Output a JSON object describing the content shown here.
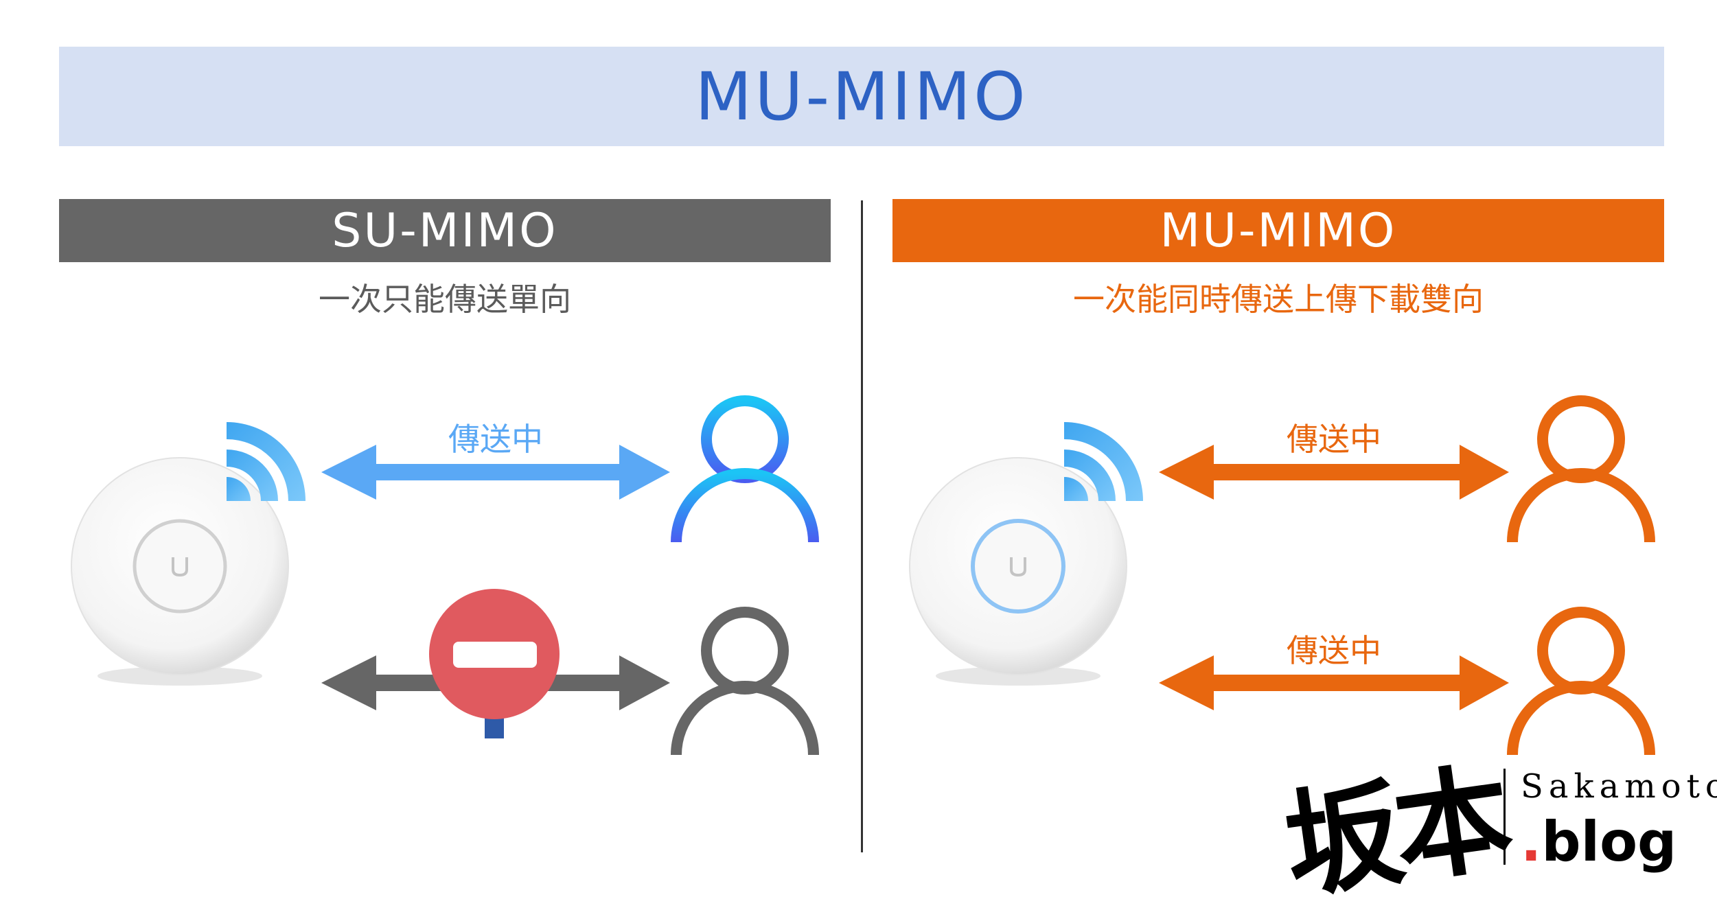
{
  "title": "MU-MIMO",
  "left_panel": {
    "header": "SU-MIMO",
    "subtitle": "一次只能傳送單向",
    "arrow_label": "傳送中"
  },
  "right_panel": {
    "header": "MU-MIMO",
    "subtitle": "一次能同時傳送上傳下載雙向",
    "arrow_label_top": "傳送中",
    "arrow_label_bottom": "傳送中"
  },
  "watermark": {
    "chinese": "坂本",
    "latin": "Sakamoto",
    "suffix": "blog",
    "dot": "."
  },
  "colors": {
    "banner_bg": "#d6e0f3",
    "title": "#2d62c4",
    "su_header": "#666666",
    "mu_accent": "#e8670f",
    "blue_arrow": "#5aa8f5",
    "gray_arrow": "#666666",
    "stop_sign": "#e05a5f"
  },
  "icons": [
    "access-point-icon",
    "wifi-signal-icon",
    "user-icon",
    "no-entry-icon",
    "double-arrow-icon"
  ]
}
